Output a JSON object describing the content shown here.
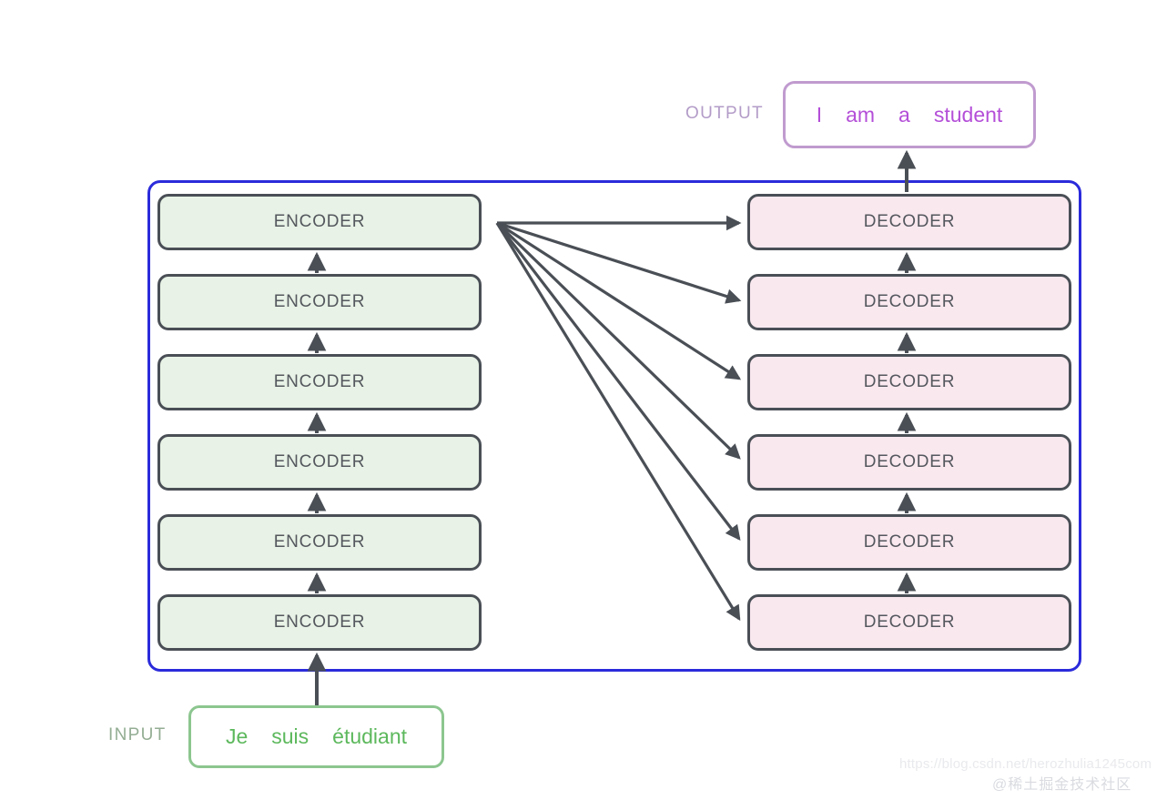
{
  "diagram": {
    "title": "Transformer encoder-decoder stack",
    "colors": {
      "frame_blue": "#2b2bdb",
      "encoder_fill": "#e8f2e6",
      "decoder_fill": "#fae8ef",
      "box_border": "#4a4f56",
      "box_text": "#54585e",
      "input_border": "#8cc68f",
      "input_text": "#5cb85c",
      "input_label": "#93ad93",
      "output_border": "#c09bcf",
      "output_text": "#b44fd8",
      "output_label": "#b39cc8",
      "arrow": "#4a4f56"
    },
    "input": {
      "label": "INPUT",
      "tokens": [
        "Je",
        "suis",
        "étudiant"
      ]
    },
    "output": {
      "label": "OUTPUT",
      "tokens": [
        "I",
        "am",
        "a",
        "student"
      ]
    },
    "encoder_stack": {
      "count": 6,
      "boxes": [
        {
          "label": "ENCODER"
        },
        {
          "label": "ENCODER"
        },
        {
          "label": "ENCODER"
        },
        {
          "label": "ENCODER"
        },
        {
          "label": "ENCODER"
        },
        {
          "label": "ENCODER"
        }
      ]
    },
    "decoder_stack": {
      "count": 6,
      "boxes": [
        {
          "label": "DECODER"
        },
        {
          "label": "DECODER"
        },
        {
          "label": "DECODER"
        },
        {
          "label": "DECODER"
        },
        {
          "label": "DECODER"
        },
        {
          "label": "DECODER"
        }
      ]
    },
    "watermarks": {
      "url": "https://blog.csdn.net/herozhulia1245com",
      "brand": "@稀土掘金技术社区"
    }
  }
}
